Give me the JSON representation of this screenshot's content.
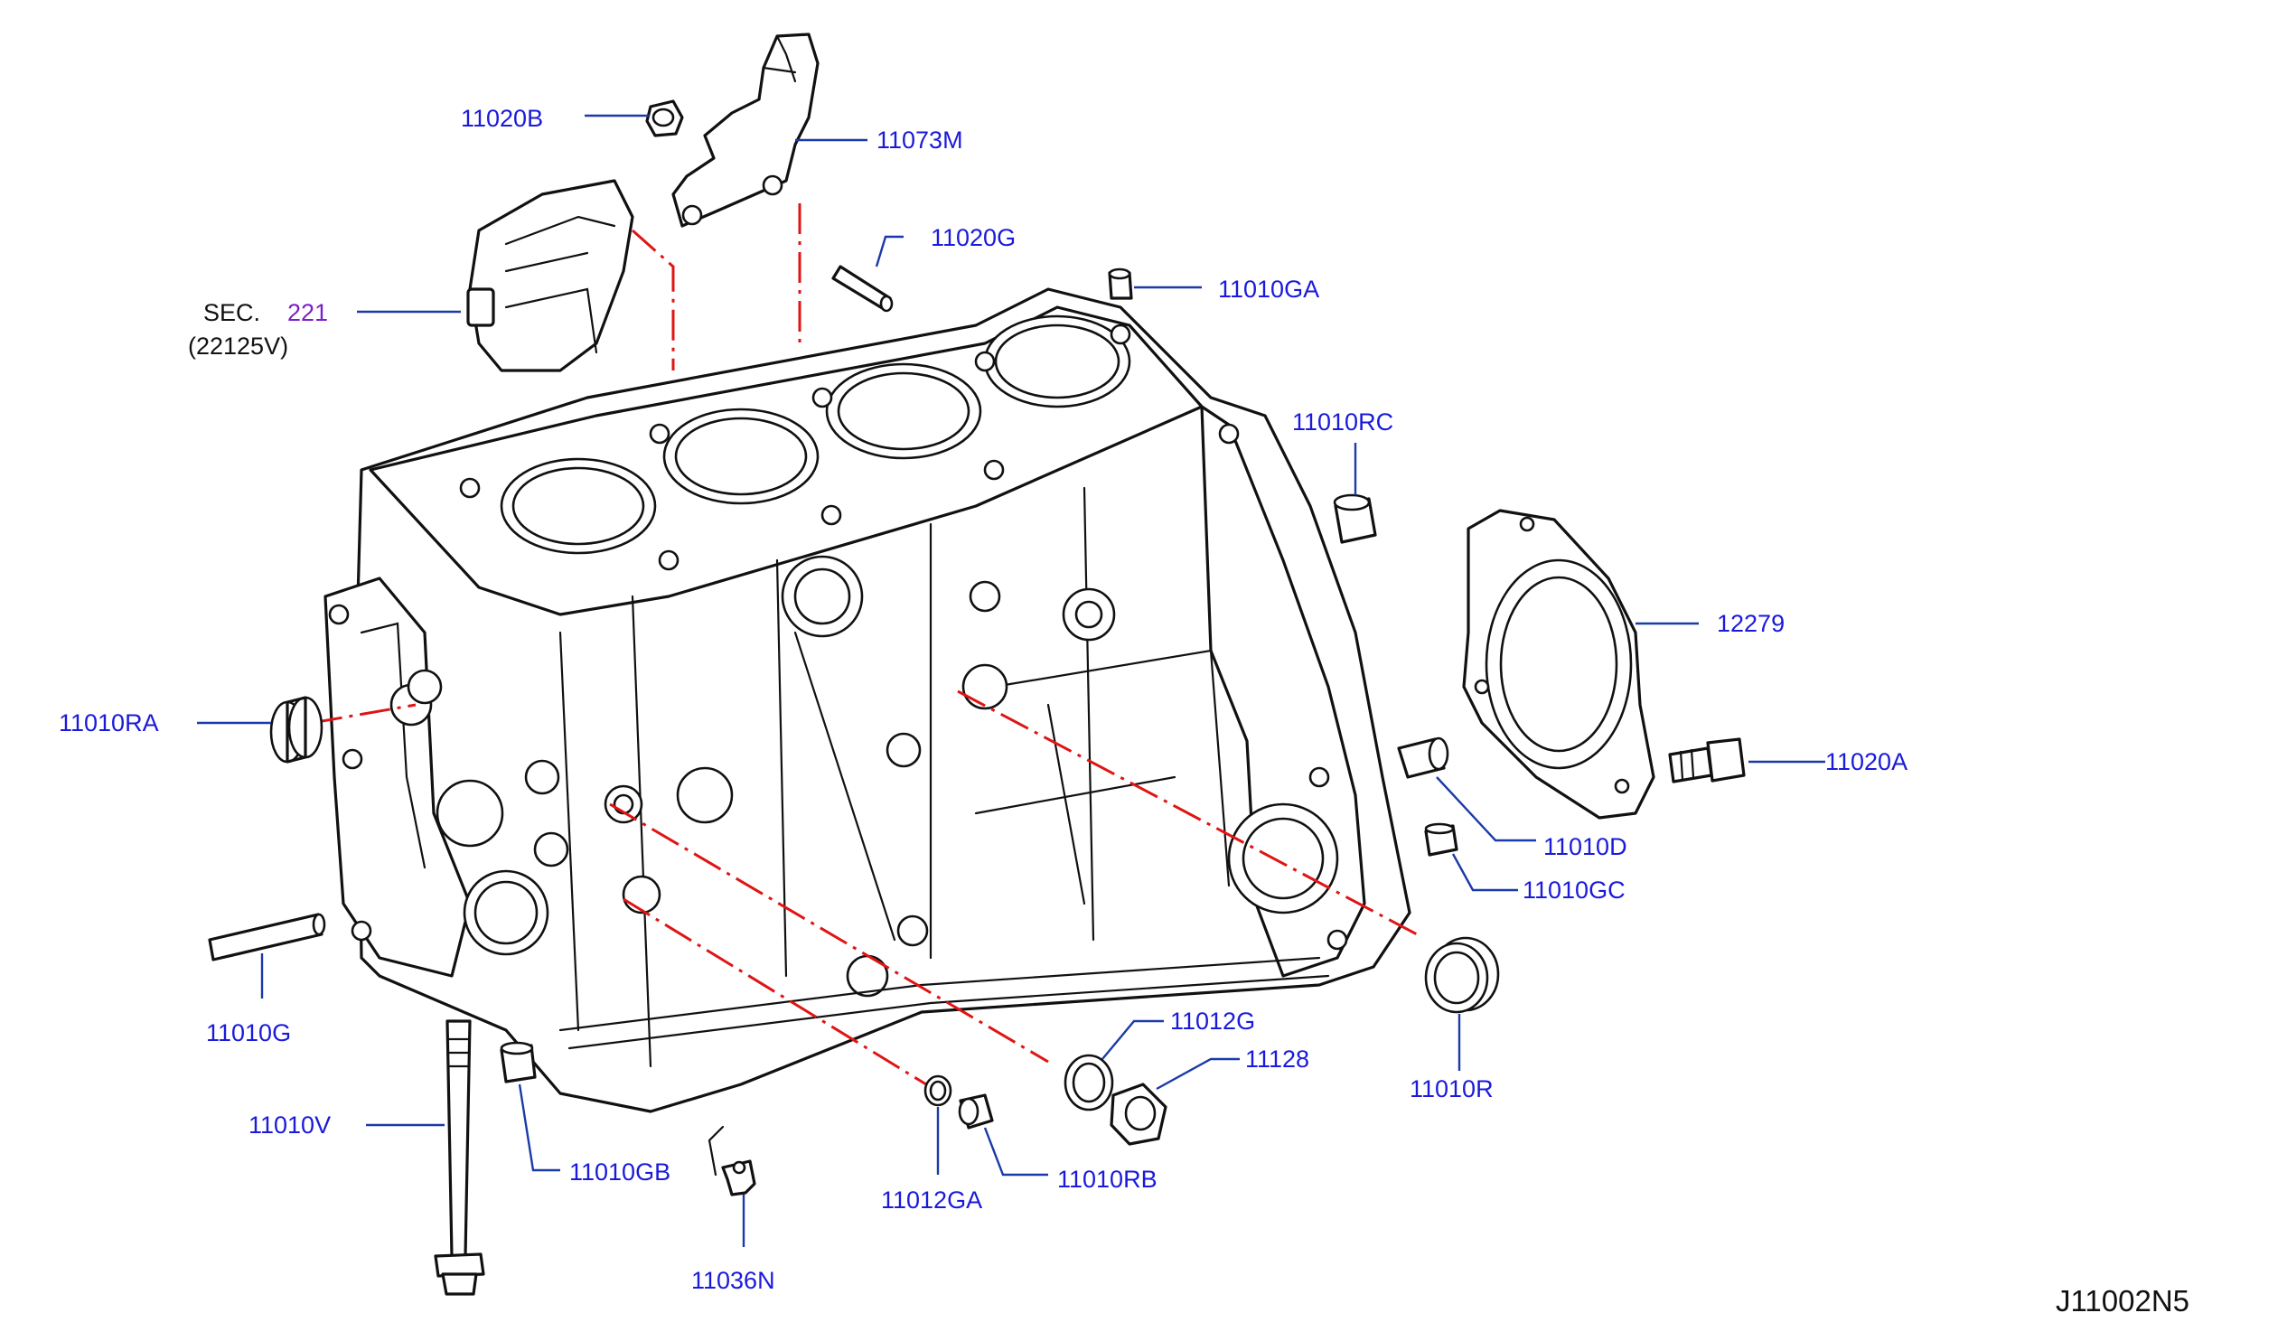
{
  "diagram_code": "J11002N5",
  "section_ref": {
    "prefix": "SEC.",
    "number": "221",
    "sub": "(22125V)"
  },
  "parts": {
    "p11020B": "11020B",
    "p11073M": "11073M",
    "p11020G": "11020G",
    "p11010GA": "11010GA",
    "p11010RC": "11010RC",
    "p12279": "12279",
    "p11010RA": "11010RA",
    "p11020A": "11020A",
    "p11010D": "11010D",
    "p11010GC": "11010GC",
    "p11010G": "11010G",
    "p11012G": "11012G",
    "p11128": "11128",
    "p11010R": "11010R",
    "p11010V": "11010V",
    "p11010GB": "11010GB",
    "p11012GA": "11012GA",
    "p11010RB": "11010RB",
    "p11036N": "11036N"
  },
  "colors": {
    "part_label": "#1a1adb",
    "section_number": "#7a1fc9",
    "leader": "#1a3aa8",
    "centerline": "#e01414",
    "linework": "#111111"
  }
}
